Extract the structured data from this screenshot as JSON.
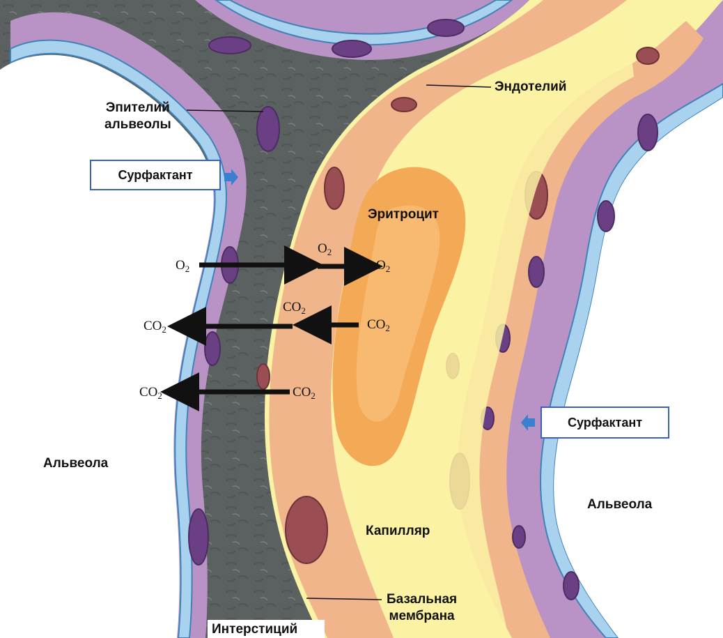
{
  "labels": {
    "epithelium_line1": "Эпителий",
    "epithelium_line2": "альвеолы",
    "surfactant_left": "Сурфактант",
    "surfactant_right": "Сурфактант",
    "endothelium": "Эндотелий",
    "erythrocyte": "Эритроцит",
    "alveola_left": "Альвеола",
    "alveola_right": "Альвеола",
    "capillary": "Капилляр",
    "basal_line1": "Базальная",
    "basal_line2": "мембрана",
    "interstitium": "Интерстиций"
  },
  "gases": {
    "o2_base": "O",
    "o2_sub": "2",
    "co2_base": "CO",
    "co2_sub": "2"
  },
  "colors": {
    "alveolus": "#ffffff",
    "surfactant_layer": "#a9d2ee",
    "epithelium": "#b993c6",
    "nucleus_epithelial": "#6a3f84",
    "interstitium": "#5b6160",
    "endothelium": "#f0b58a",
    "nucleus_endothelial": "#9a4d52",
    "plasma": "#faf2a4",
    "erythrocyte": "#f4a956",
    "arrow": "#111111",
    "box_border": "#3a5fc2",
    "box_arrow": "#3a7fd0"
  }
}
